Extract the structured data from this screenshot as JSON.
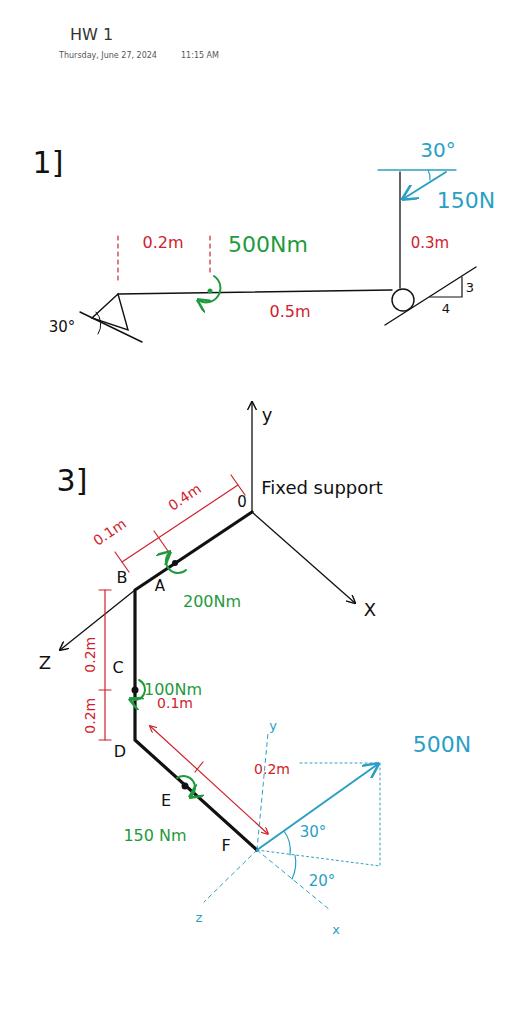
{
  "diagram": {
    "title": "HW 1",
    "labels": [
      "Thursday, June 27, 2024",
      "11:15 AM",
      "1]",
      "0.2m",
      "500Nm",
      "0.5m",
      "30°",
      "30°",
      "150N",
      "0.3m",
      "3",
      "4",
      "3]",
      "y",
      "0",
      "Fixed support",
      "X",
      "0.1m",
      "0.4m",
      "A",
      "200Nm",
      "B",
      "Z",
      "0.2m",
      "C",
      "100Nm",
      "0.2m",
      "D",
      "0.1m",
      "0.2m",
      "E",
      "150 Nm",
      "F",
      "y",
      "500N",
      "30°",
      "20°",
      "z",
      "x"
    ]
  }
}
